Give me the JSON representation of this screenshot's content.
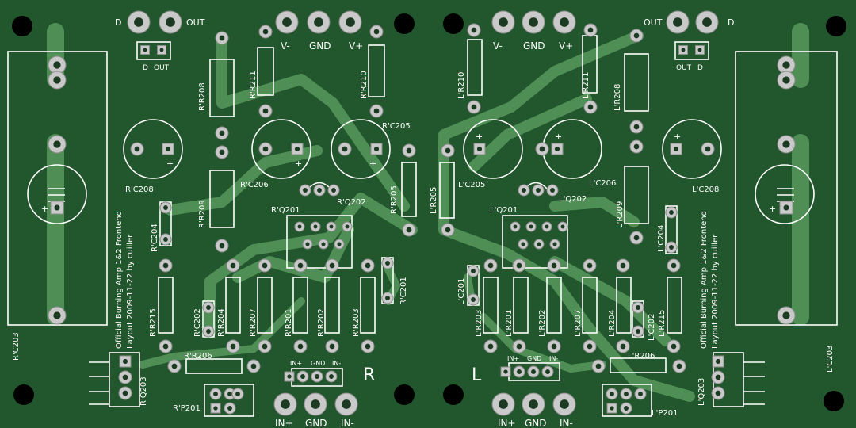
{
  "board": {
    "colors": {
      "substrate": "#22562c",
      "trace": "#4f8f56",
      "silk": "#ffffff",
      "pad": "#c9c9c9"
    }
  },
  "labels": {
    "d_left": "D",
    "out_left": "OUT",
    "jd_left_d": "D",
    "jd_left_out": "OUT",
    "vminus_left": "V-",
    "gnd_left": "GND",
    "vplus_left": "V+",
    "vminus_right": "V-",
    "gnd_right": "GND",
    "vplus_right": "V+",
    "out_right": "OUT",
    "d_right": "D",
    "jd_right_out": "OUT",
    "jd_right_d": "D",
    "in_plus_left": "IN+",
    "gnd_in_left": "GND",
    "in_minus_left": "IN-",
    "in_plus_right": "IN+",
    "gnd_in_right": "GND",
    "in_minus_right": "IN-",
    "jin_left_plus": "IN+",
    "jin_left_gnd": "GND",
    "jin_left_minus": "IN-",
    "jin_right_plus": "IN+",
    "jin_right_gnd": "GND",
    "jin_right_minus": "IN-",
    "channel_r": "R",
    "channel_l": "L",
    "credit_left_1": "Official Burning Amp 1&2 Frontend",
    "credit_left_2": "Layout 2009-11-22 by cuiller",
    "credit_right_1": "Official Burning Amp 1&2 Frontend",
    "credit_right_2": "Layout 2009-11-22 by cuiller"
  },
  "refs_right": {
    "r208": "R'R208",
    "r211": "R'R211",
    "r210": "R'R210",
    "c205": "R'C205",
    "c208": "R'C208",
    "c206": "R'C206",
    "q202": "R'Q202",
    "r209": "R'R209",
    "c204": "R'C204",
    "r205": "R'R205",
    "q201": "R'Q201",
    "r215": "R'R215",
    "c202": "R'C202",
    "r204": "R'R204",
    "r207": "R'R207",
    "r201": "R'R201",
    "r202": "R'R202",
    "r203": "R'R203",
    "c201": "R'C201",
    "r206": "R'R206",
    "c203": "R'C203",
    "q203": "R'Q203",
    "p201": "R'P201"
  },
  "refs_left": {
    "r210": "L'R210",
    "r211": "L'R211",
    "r208": "L'R208",
    "c205": "L'C205",
    "c206": "L'C206",
    "c208": "L'C208",
    "q202": "L'Q202",
    "r205": "L'R205",
    "q201": "L'Q201",
    "r209": "L'R209",
    "c204": "L'C204",
    "c201": "L'C201",
    "r203": "L'R203",
    "r201": "L'R201",
    "r202": "L'R202",
    "r207": "L'R207",
    "r204": "L'R204",
    "c202": "L'C202",
    "r215": "L'R215",
    "r206": "L'R206",
    "c203": "L'C203",
    "q203": "L'Q203",
    "p201": "L'P201"
  }
}
